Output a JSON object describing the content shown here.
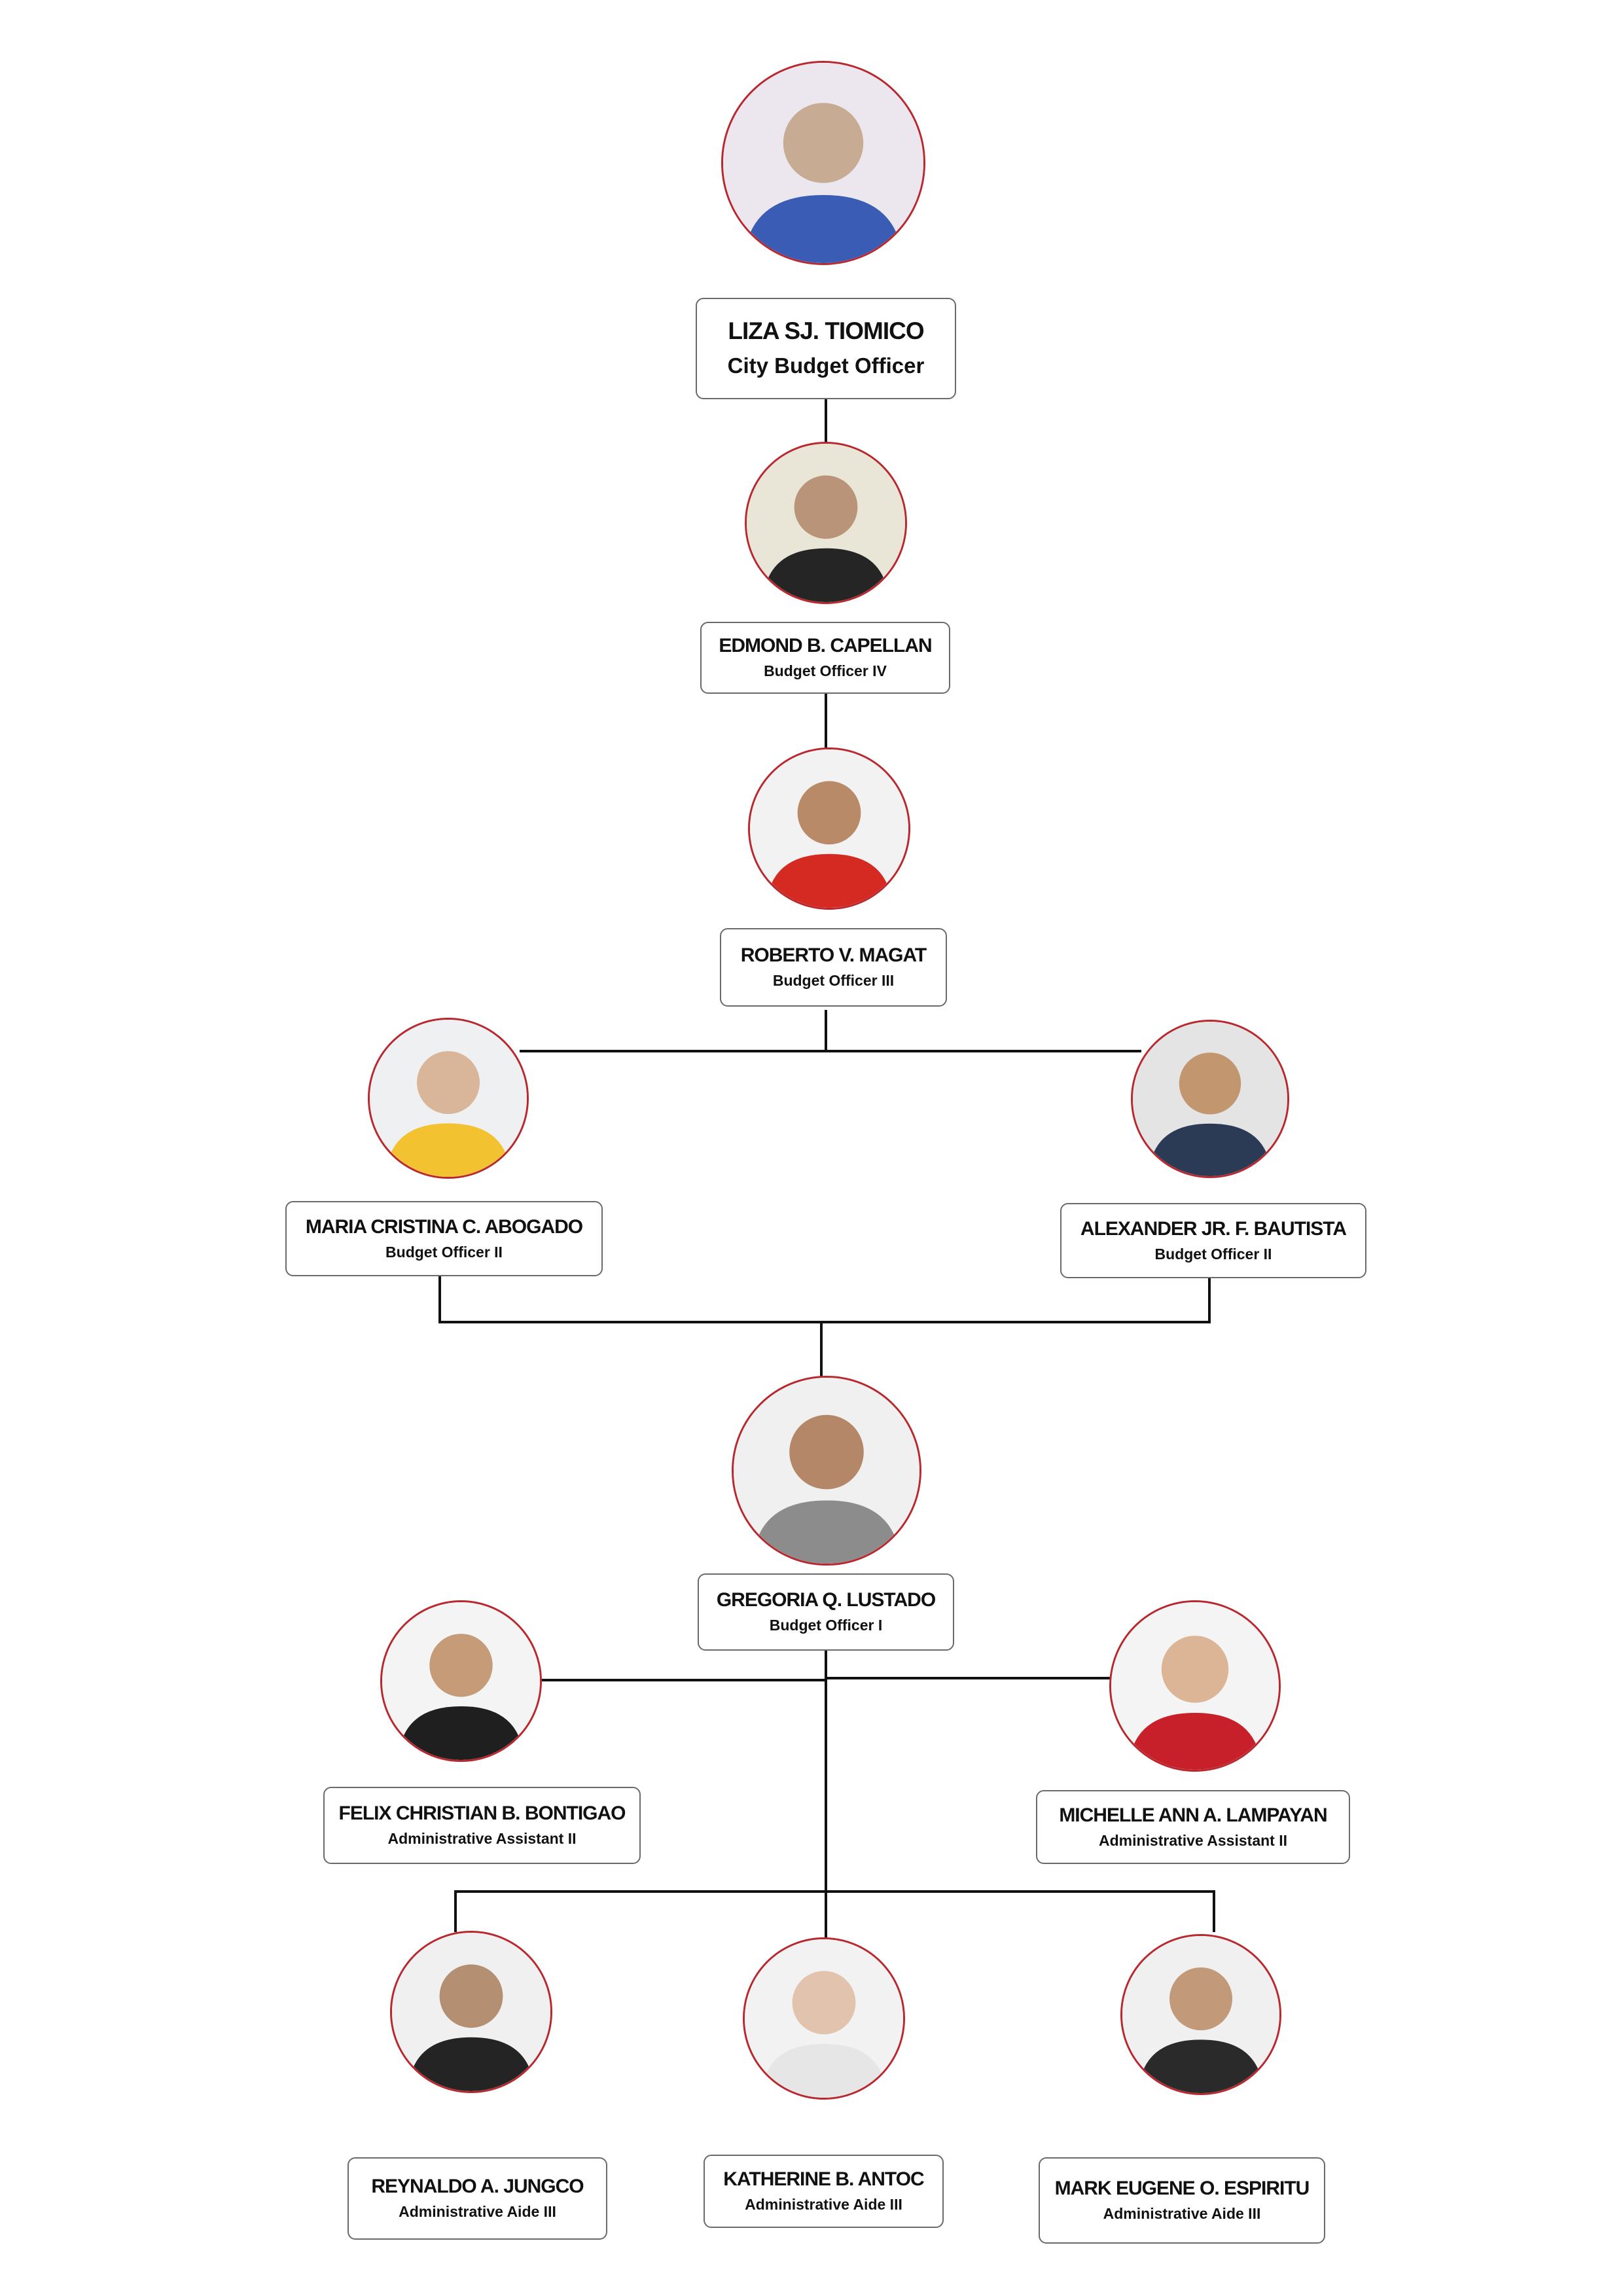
{
  "colors": {
    "photo_border": "#b8282e",
    "box_border": "#6a6a6a",
    "connector": "#111111",
    "text": "#111111"
  },
  "org_chart": {
    "nodes": [
      {
        "id": "tiomico",
        "name": "LIZA SJ. TIOMICO",
        "position": "City Budget Officer"
      },
      {
        "id": "capellan",
        "name": "EDMOND B. CAPELLAN",
        "position": "Budget Officer IV"
      },
      {
        "id": "magat",
        "name": "ROBERTO V. MAGAT",
        "position": "Budget Officer III"
      },
      {
        "id": "abogado",
        "name": "MARIA CRISTINA C. ABOGADO",
        "position": "Budget Officer II"
      },
      {
        "id": "bautista",
        "name": "ALEXANDER JR. F. BAUTISTA",
        "position": "Budget Officer II"
      },
      {
        "id": "lustado",
        "name": "GREGORIA Q. LUSTADO",
        "position": "Budget Officer I"
      },
      {
        "id": "bontigao",
        "name": "FELIX CHRISTIAN B. BONTIGAO",
        "position": "Administrative Assistant II"
      },
      {
        "id": "lampayan",
        "name": "MICHELLE ANN A. LAMPAYAN",
        "position": "Administrative Assistant II"
      },
      {
        "id": "jungco",
        "name": "REYNALDO A. JUNGCO",
        "position": "Administrative Aide III"
      },
      {
        "id": "antoc",
        "name": "KATHERINE B. ANTOC",
        "position": "Administrative Aide III"
      },
      {
        "id": "espiritu",
        "name": "MARK EUGENE O. ESPIRITU",
        "position": "Administrative Aide III"
      }
    ]
  }
}
